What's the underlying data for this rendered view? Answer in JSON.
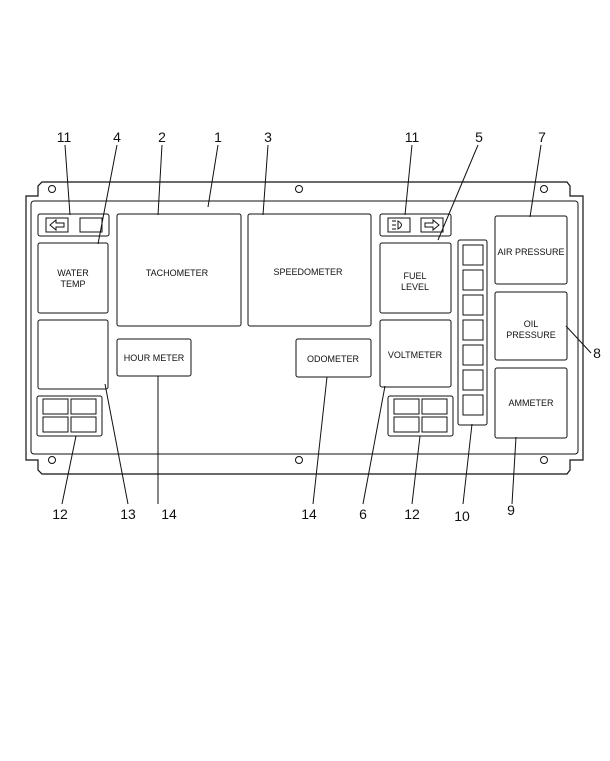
{
  "panel": {
    "gauges": {
      "water_temp_line1": "WATER",
      "water_temp_line2": "TEMP",
      "tachometer": "TACHOMETER",
      "speedometer": "SPEEDOMETER",
      "fuel_level_line1": "FUEL",
      "fuel_level_line2": "LEVEL",
      "air_pressure": "AIR PRESSURE",
      "oil_pressure_line1": "OIL",
      "oil_pressure_line2": "PRESSURE",
      "hour_meter": "HOUR METER",
      "odometer": "ODOMETER",
      "voltmeter": "VOLTMETER",
      "ammeter": "AMMETER"
    }
  },
  "callouts": {
    "c11_left": "11",
    "c4": "4",
    "c2": "2",
    "c1": "1",
    "c3": "3",
    "c11_right": "11",
    "c5": "5",
    "c7": "7",
    "c8": "8",
    "c12_left": "12",
    "c13": "13",
    "c14_left": "14",
    "c14_right": "14",
    "c6": "6",
    "c12_right": "12",
    "c10": "10",
    "c9": "9"
  },
  "icons": {
    "left_turn": "arrow-left-icon",
    "right_turn": "arrow-right-icon",
    "headlight": "headlight-icon"
  }
}
